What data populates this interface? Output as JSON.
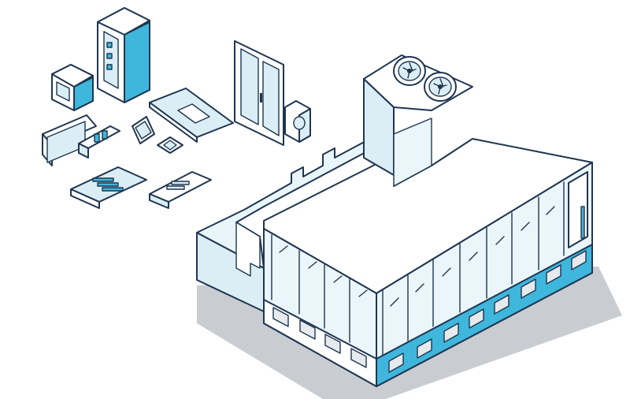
{
  "illustration": {
    "style": "isometric line art",
    "colors": {
      "outline": "#1f3550",
      "accent_blue": "#3fb6dc",
      "light_blue": "#dbeef5",
      "pale_blue": "#eaf6fa",
      "shadow": "#c9cdd2",
      "vent": "#e6eaed",
      "background": "#ffffff"
    },
    "objects": {
      "building_glass_panels": 10,
      "building_vents": 12,
      "roof_fans": 2
    }
  }
}
